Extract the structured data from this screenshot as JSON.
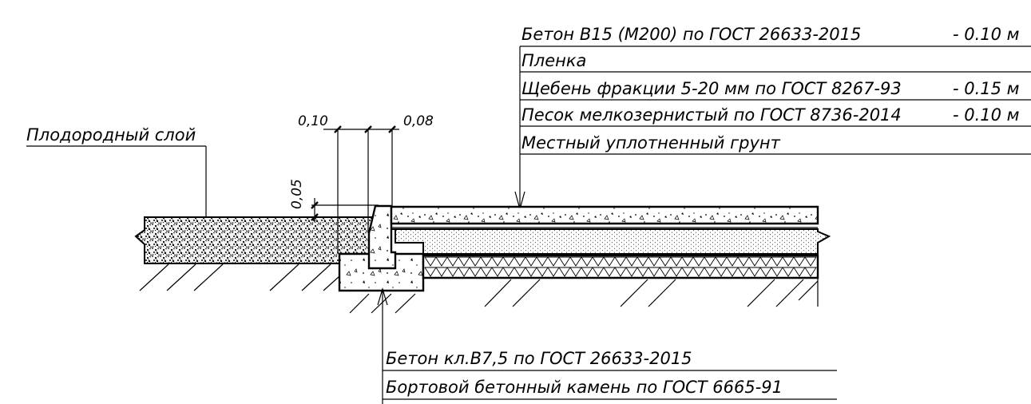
{
  "layers_top": [
    {
      "text": "Бетон В15 (М200) по ГОСТ 26633-2015",
      "thickness": "- 0.10 м"
    },
    {
      "text": "Пленка",
      "thickness": ""
    },
    {
      "text": "Щебень фракции 5-20 мм по ГОСТ 8267-93",
      "thickness": "- 0.15 м"
    },
    {
      "text": "Песок мелкозернистый по ГОСТ 8736-2014",
      "thickness": "- 0.10 м"
    },
    {
      "text": "Местный уплотненный грунт",
      "thickness": ""
    }
  ],
  "left_label": "Плодородный слой",
  "dimensions": {
    "width_left": "0,10",
    "width_right": "0,08",
    "height": "0,05"
  },
  "bottom_labels": [
    "Бетон кл.В7,5 по ГОСТ 26633-2015",
    "Бортовой бетонный камень по ГОСТ 6665-91"
  ]
}
